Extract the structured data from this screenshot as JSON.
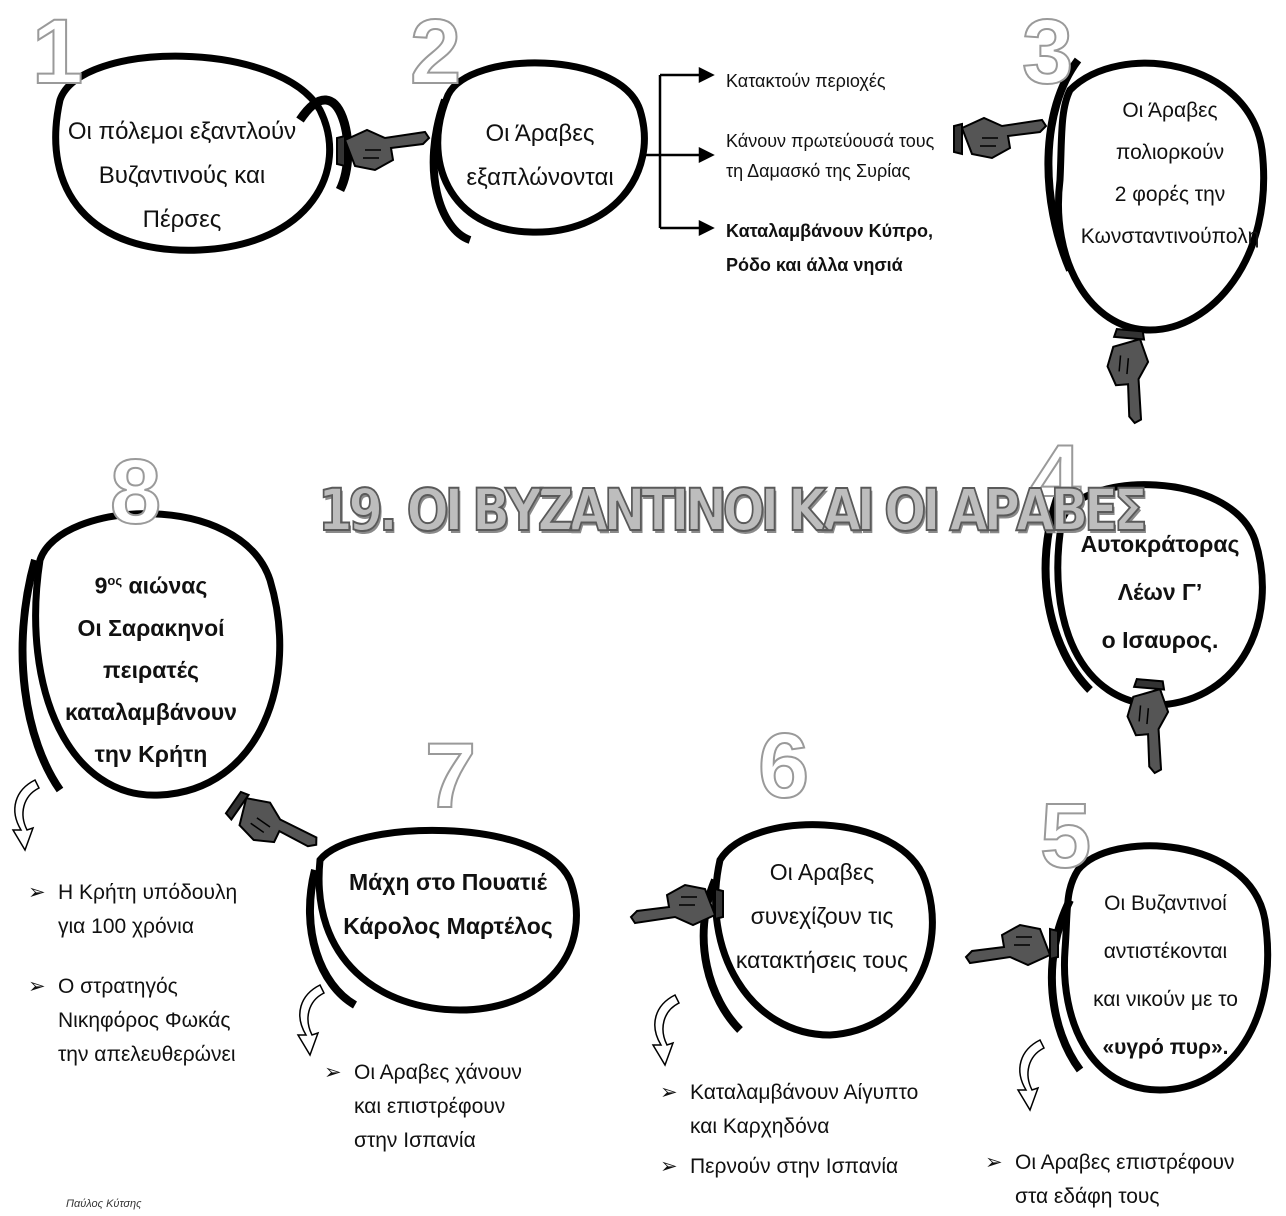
{
  "title": "19. ΟΙ ΒΥΖΑΝΤΙΝΟΙ ΚΑΙ ΟΙ ΑΡΑΒΕΣ",
  "steps": [
    {
      "number": "1",
      "lines": [
        "Οι πόλεμοι εξαντλούν",
        "Βυζαντινούς και",
        "Πέρσες"
      ]
    },
    {
      "number": "2",
      "lines": [
        "Οι Άραβες",
        "εξαπλώνονται"
      ]
    },
    {
      "number": "3",
      "lines": [
        "Οι Άραβες",
        "πολιορκούν",
        "2 φορές την",
        "Κωνσταντινούπολη"
      ]
    },
    {
      "number": "4",
      "lines": [
        "Αυτοκράτορας",
        "Λέων Γ’",
        "ο Ισαυρος."
      ]
    },
    {
      "number": "5",
      "lines": [
        "Οι Βυζαντινοί",
        "αντιστέκονται",
        "και νικούν με το",
        "«υγρό πυρ»."
      ]
    },
    {
      "number": "6",
      "lines": [
        "Οι Αραβες",
        "συνεχίζουν τις",
        "κατακτήσεις τους"
      ]
    },
    {
      "number": "7",
      "lines": [
        "Μάχη στο Πουατιέ",
        "Κάρολος Μαρτέλος"
      ]
    },
    {
      "number": "8",
      "century": "9",
      "century_sup": "ος",
      "century_word": "αιώνας",
      "lines": [
        "Οι Σαρακηνοί",
        "πειρατές",
        "καταλαμβάνουν",
        "την Κρήτη"
      ]
    }
  ],
  "branch_notes": [
    {
      "lines": [
        "Κατακτούν περιοχές"
      ]
    },
    {
      "lines": [
        "Κάνουν πρωτεύουσά τους",
        "τη Δαμασκό της Συρίας"
      ]
    },
    {
      "lines": [
        "Καταλαμβάνουν Κύπρο,",
        "Ρόδο και άλλα νησιά"
      ]
    }
  ],
  "bullets_step5": [
    "Οι Αραβες επιστρέφουν",
    "στα εδάφη τους"
  ],
  "bullets_step6": [
    [
      "Καταλαμβάνουν Αίγυπτο",
      "και Καρχηδόνα"
    ],
    [
      "Περνούν στην Ισπανία"
    ]
  ],
  "bullets_step7": [
    "Οι Αραβες χάνουν",
    "και επιστρέφουν",
    "στην Ισπανία"
  ],
  "bullets_step8": [
    [
      "Η Κρήτη υπόδουλη",
      "για 100 χρόνια"
    ],
    [
      "Ο στρατηγός",
      "Νικηφόρος Φωκάς",
      "την απελευθερώνει"
    ]
  ],
  "bullet_symbol": "➢",
  "author": "Παύλος Κύτσης",
  "colors": {
    "outline": "#000000",
    "hand": "#555555",
    "number_stroke": "#9a9a9a"
  }
}
